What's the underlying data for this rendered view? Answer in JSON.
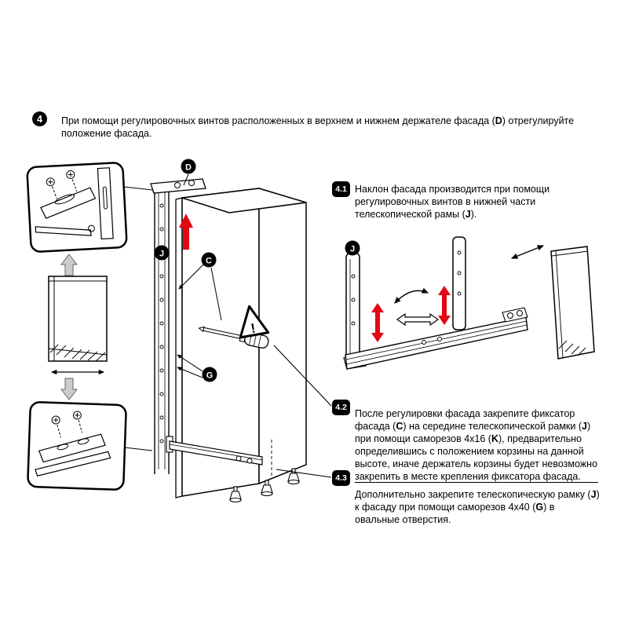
{
  "colors": {
    "red": "#e30613",
    "gray_arrow": "#cccccc"
  },
  "icons": {
    "warning_mark": "!"
  },
  "callouts": {
    "d": "D",
    "j_frame": "J",
    "c": "C",
    "g": "G",
    "j_rail": "J"
  },
  "steps": {
    "s4": {
      "number": "4",
      "text": {
        "t0": "При помощи регулировочных винтов расположенных в верхнем и нижнем держателе фасада (",
        "b0": "D",
        "t1": ") отрегулируйте положение фасада."
      }
    },
    "s41": {
      "number": "4.1",
      "text": {
        "t0": "Наклон фасада производится при помощи регулировочных винтов в нижней части телескопической рамы (",
        "b0": "J",
        "t1": ")."
      }
    },
    "s42": {
      "number": "4.2",
      "text": {
        "t0": "После регулировки фасада закрепите фиксатор фасада (",
        "b0": "C",
        "t1": ") на середине телескопической рамки (",
        "b1": "J",
        "t2": ") при помощи саморезов 4x16 (",
        "b2": "K",
        "t3": "), предварительно определившись с положением корзины на данной высоте, иначе держатель корзины будет невозможно закрепить в месте крепления фиксатора фасада."
      }
    },
    "s43": {
      "number": "4.3",
      "text": {
        "t0": "Дополнительно закрепите телескопическую рамку (",
        "b0": "J",
        "t1": ") к фасаду при помощи саморезов 4x40 (",
        "b1": "G",
        "t2": ") в овальные отверстия."
      }
    }
  }
}
